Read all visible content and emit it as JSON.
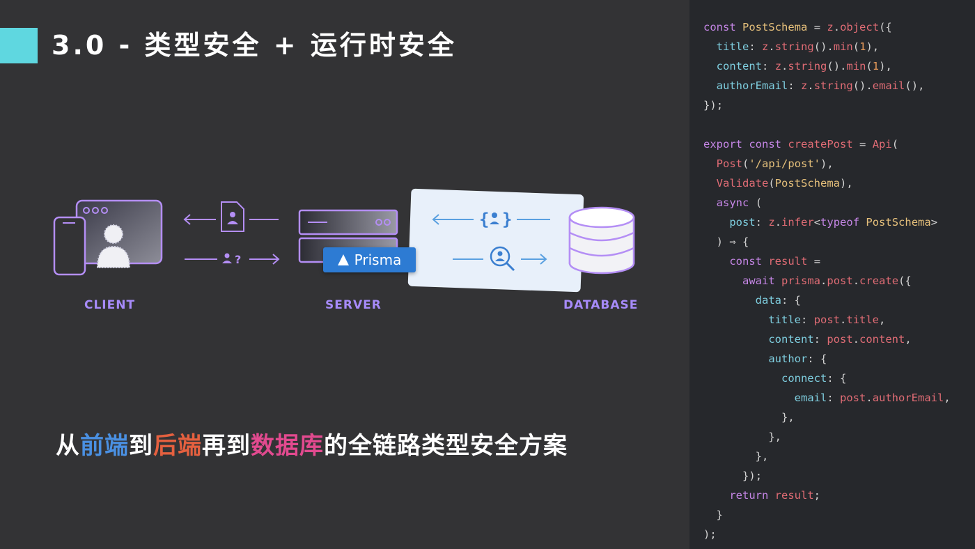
{
  "slide": {
    "title": "3.0 - 类型安全 + 运行时安全",
    "accent_color": "#5fd7e0",
    "subtitle": {
      "part1": "从",
      "part2": "前端",
      "part3": "到",
      "part4": "后端",
      "part5": "再到",
      "part6": "数据库",
      "part7": "的全链路类型安全方案"
    }
  },
  "diagram": {
    "client_label": "CLIENT",
    "server_label": "SERVER",
    "database_label": "DATABASE",
    "prisma_label": "Prisma"
  },
  "code": {
    "lines": [
      "const PostSchema = z.object({",
      "  title: z.string().min(1),",
      "  content: z.string().min(1),",
      "  authorEmail: z.string().email(),",
      "});",
      "",
      "export const createPost = Api(",
      "  Post('/api/post'),",
      "  Validate(PostSchema),",
      "  async (",
      "    post: z.infer<typeof PostSchema>",
      "  ) ⇒ {",
      "    const result =",
      "      await prisma.post.create({",
      "        data: {",
      "          title: post.title,",
      "          content: post.content,",
      "          author: {",
      "            connect: {",
      "              email: post.authorEmail,",
      "            },",
      "          },",
      "        },",
      "      });",
      "    return result;",
      "  }",
      ");"
    ]
  }
}
